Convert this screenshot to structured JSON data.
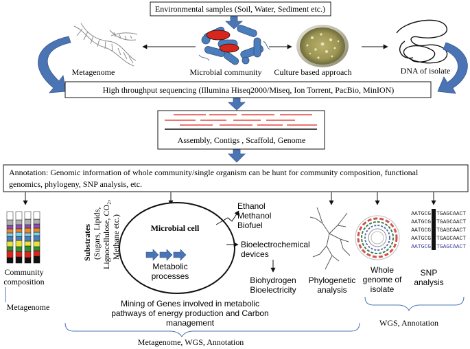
{
  "boxes": {
    "env_samples": "Environmental samples (Soil, Water, Sediment etc.)",
    "sequencing": "High throughput sequencing (Illumina Hiseq2000/Miseq,  Ion Torrent, PacBio, MinION)",
    "assembly": "Assembly,  Contigs , Scaffold, Genome",
    "annotation_line1": "Annotation: Genomic information of whole community/single organism can be hunt for community composition, functional",
    "annotation_line2": "genomics, phylogeny, SNP analysis, etc."
  },
  "top_labels": {
    "metagenome": "Metagenome",
    "microbial_community": "Microbial community",
    "culture": "Culture based approach",
    "dna_isolate": "DNA of isolate"
  },
  "bottom": {
    "community_composition_1": "Community",
    "community_composition_2": "composition",
    "metagenome": "Metagenome",
    "substrates_head": "Substrates",
    "substrates_l1": "(Sugars, Lipids,",
    "substrates_l2": "Lignocellulose, CO₂,",
    "substrates_l3": "Methane etc.)",
    "microbial_cell": "Microbial cell",
    "metabolic_1": "Metabolic",
    "metabolic_2": "processes",
    "products_1": "Ethanol",
    "products_2": "Methanol",
    "products_3": "Biofuel",
    "bioelectro_1": "Bioelectrochemical",
    "bioelectro_2": "devices",
    "biohydrogen": "Biohydrogen",
    "bioelectricity": "Bioelectricity",
    "phylo_1": "Phylogenetic",
    "phylo_2": "analysis",
    "whole_1": "Whole",
    "whole_2": "genome of",
    "whole_3": "isolate",
    "snp_1": "SNP",
    "snp_2": "analysis",
    "mining_1": "Mining of Genes involved in metabolic",
    "mining_2": "pathways of energy production and Carbon",
    "mining_3": "management",
    "wgs_annotation": "WGS, Annotation",
    "meta_wgs_annotation": "Metagenome, WGS, Annotation"
  },
  "snp_rows": [
    "AATGCG",
    "TGAGCAACT",
    "AATGCG",
    "TGAGCAACT",
    "AATGCG",
    "TGAGCAACT",
    "AATGCG",
    "TGAGCAACT",
    "AATGCG",
    "TGAGCAACT"
  ],
  "colors": {
    "arrow_blue": "#4a74b3",
    "arrow_blue_dark": "#36598f",
    "red": "#d9261c",
    "bacteria_blue": "#4b7dbd"
  }
}
